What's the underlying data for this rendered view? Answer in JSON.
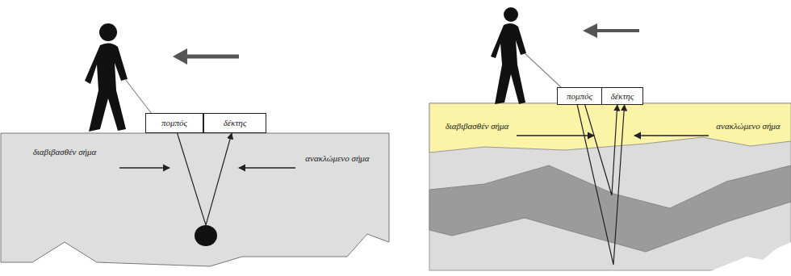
{
  "diagram": {
    "nodes": [
      {
        "text": [
          "πομπός"
        ]
      },
      {
        "text": [
          "δέκτης"
        ]
      },
      {
        "text": [
          "πομπός"
        ]
      },
      {
        "text": [
          "δέκτης"
        ]
      }
    ],
    "edges": [
      {
        "from": 0,
        "to": 1,
        "arrow": "to"
      },
      {
        "from": 2,
        "to": 3,
        "arrow": "to"
      },
      {
        "from": 2,
        "to": 3,
        "arrow": "to"
      }
    ],
    "labels": [
      "διαβιβασθέν σήμα",
      "ανακλώμενο σήμα",
      "διαβιβασθέν σήμα",
      "ανακλώμενο σήμα"
    ]
  }
}
